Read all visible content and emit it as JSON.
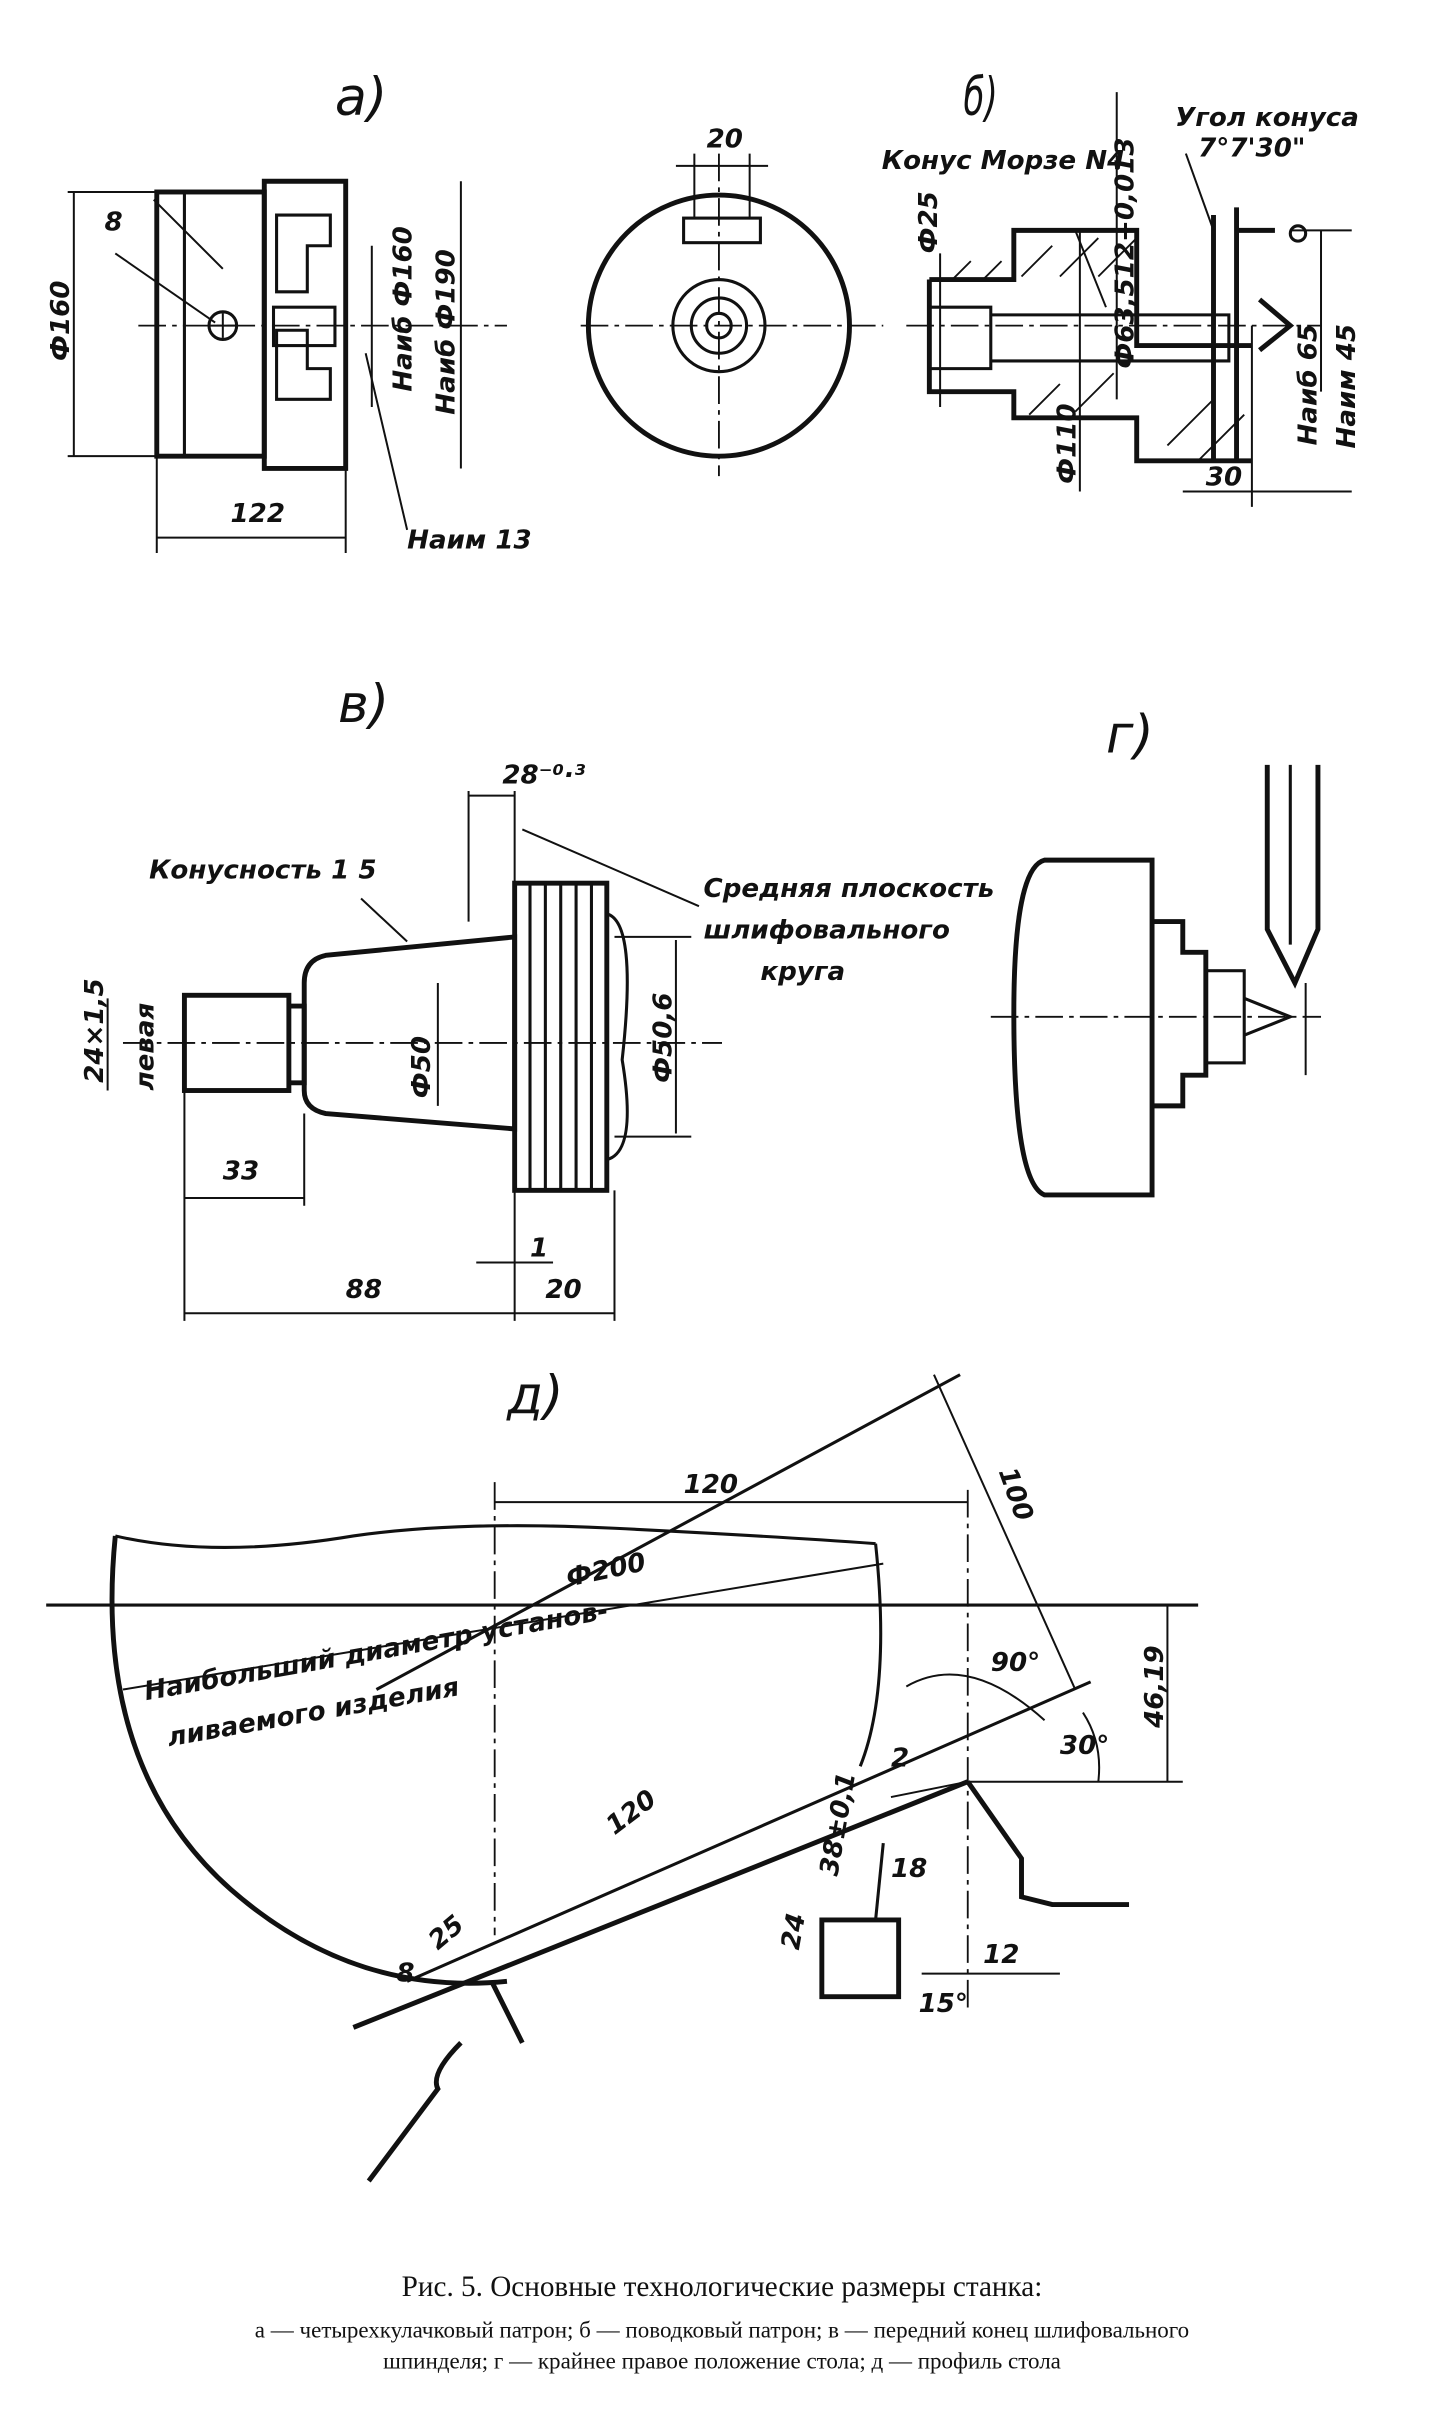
{
  "figure": {
    "a": {
      "letter": "а)",
      "dia160": "Ф160",
      "dim8": "8",
      "dim122": "122",
      "max160": "Наиб Ф160",
      "max190": "Наиб Ф190",
      "min13": "Наим 13",
      "dim20": "20"
    },
    "b": {
      "letter": "б)",
      "morse": "Конус Морзе N4",
      "dia63": "Ф63,512+0,013",
      "cone_angle_title": "Угол конуса",
      "cone_angle_value": "7°7'30\"",
      "dia25": "Ф25",
      "dia110": "Ф110",
      "dim30": "30",
      "max65": "Наиб 65",
      "min45": "Наим 45"
    },
    "v": {
      "letter": "в)",
      "dim28": "28⁻⁰·³",
      "taper": "Конусность 1 5",
      "midplane_1": "Средняя плоскость",
      "midplane_2": "шлифовального",
      "midplane_3": "круга",
      "thread": "24×1,5",
      "thread_left": "левая",
      "dia50": "Ф50",
      "dia50_6": "Ф50,6",
      "dim33": "33",
      "dim88": "88",
      "dim1": "1",
      "dim20": "20"
    },
    "g": {
      "letter": "г)"
    },
    "d": {
      "letter": "д)",
      "dim120_top": "120",
      "dim100": "100",
      "dia200": "Ф200",
      "dim46_19": "46,19",
      "angle90": "90°",
      "angle30": "30°",
      "max_dia_1": "Наибольший диаметр установ-",
      "max_dia_2": "ливаемого изделия",
      "dim120_diag": "120",
      "dim2": "2",
      "dim38": "38±0,1",
      "dim18": "18",
      "dim24": "24",
      "dim25": "25",
      "dim8": "8",
      "dim12": "12",
      "angle15": "15°"
    }
  },
  "caption": {
    "title": "Рис. 5. Основные технологические размеры станка:",
    "line1": "а — четырехкулачковый патрон; б — поводковый патрон; в — передний конец шлифовального",
    "line2": "шпинделя; г — крайнее правое положение стола; д — профиль стола"
  }
}
